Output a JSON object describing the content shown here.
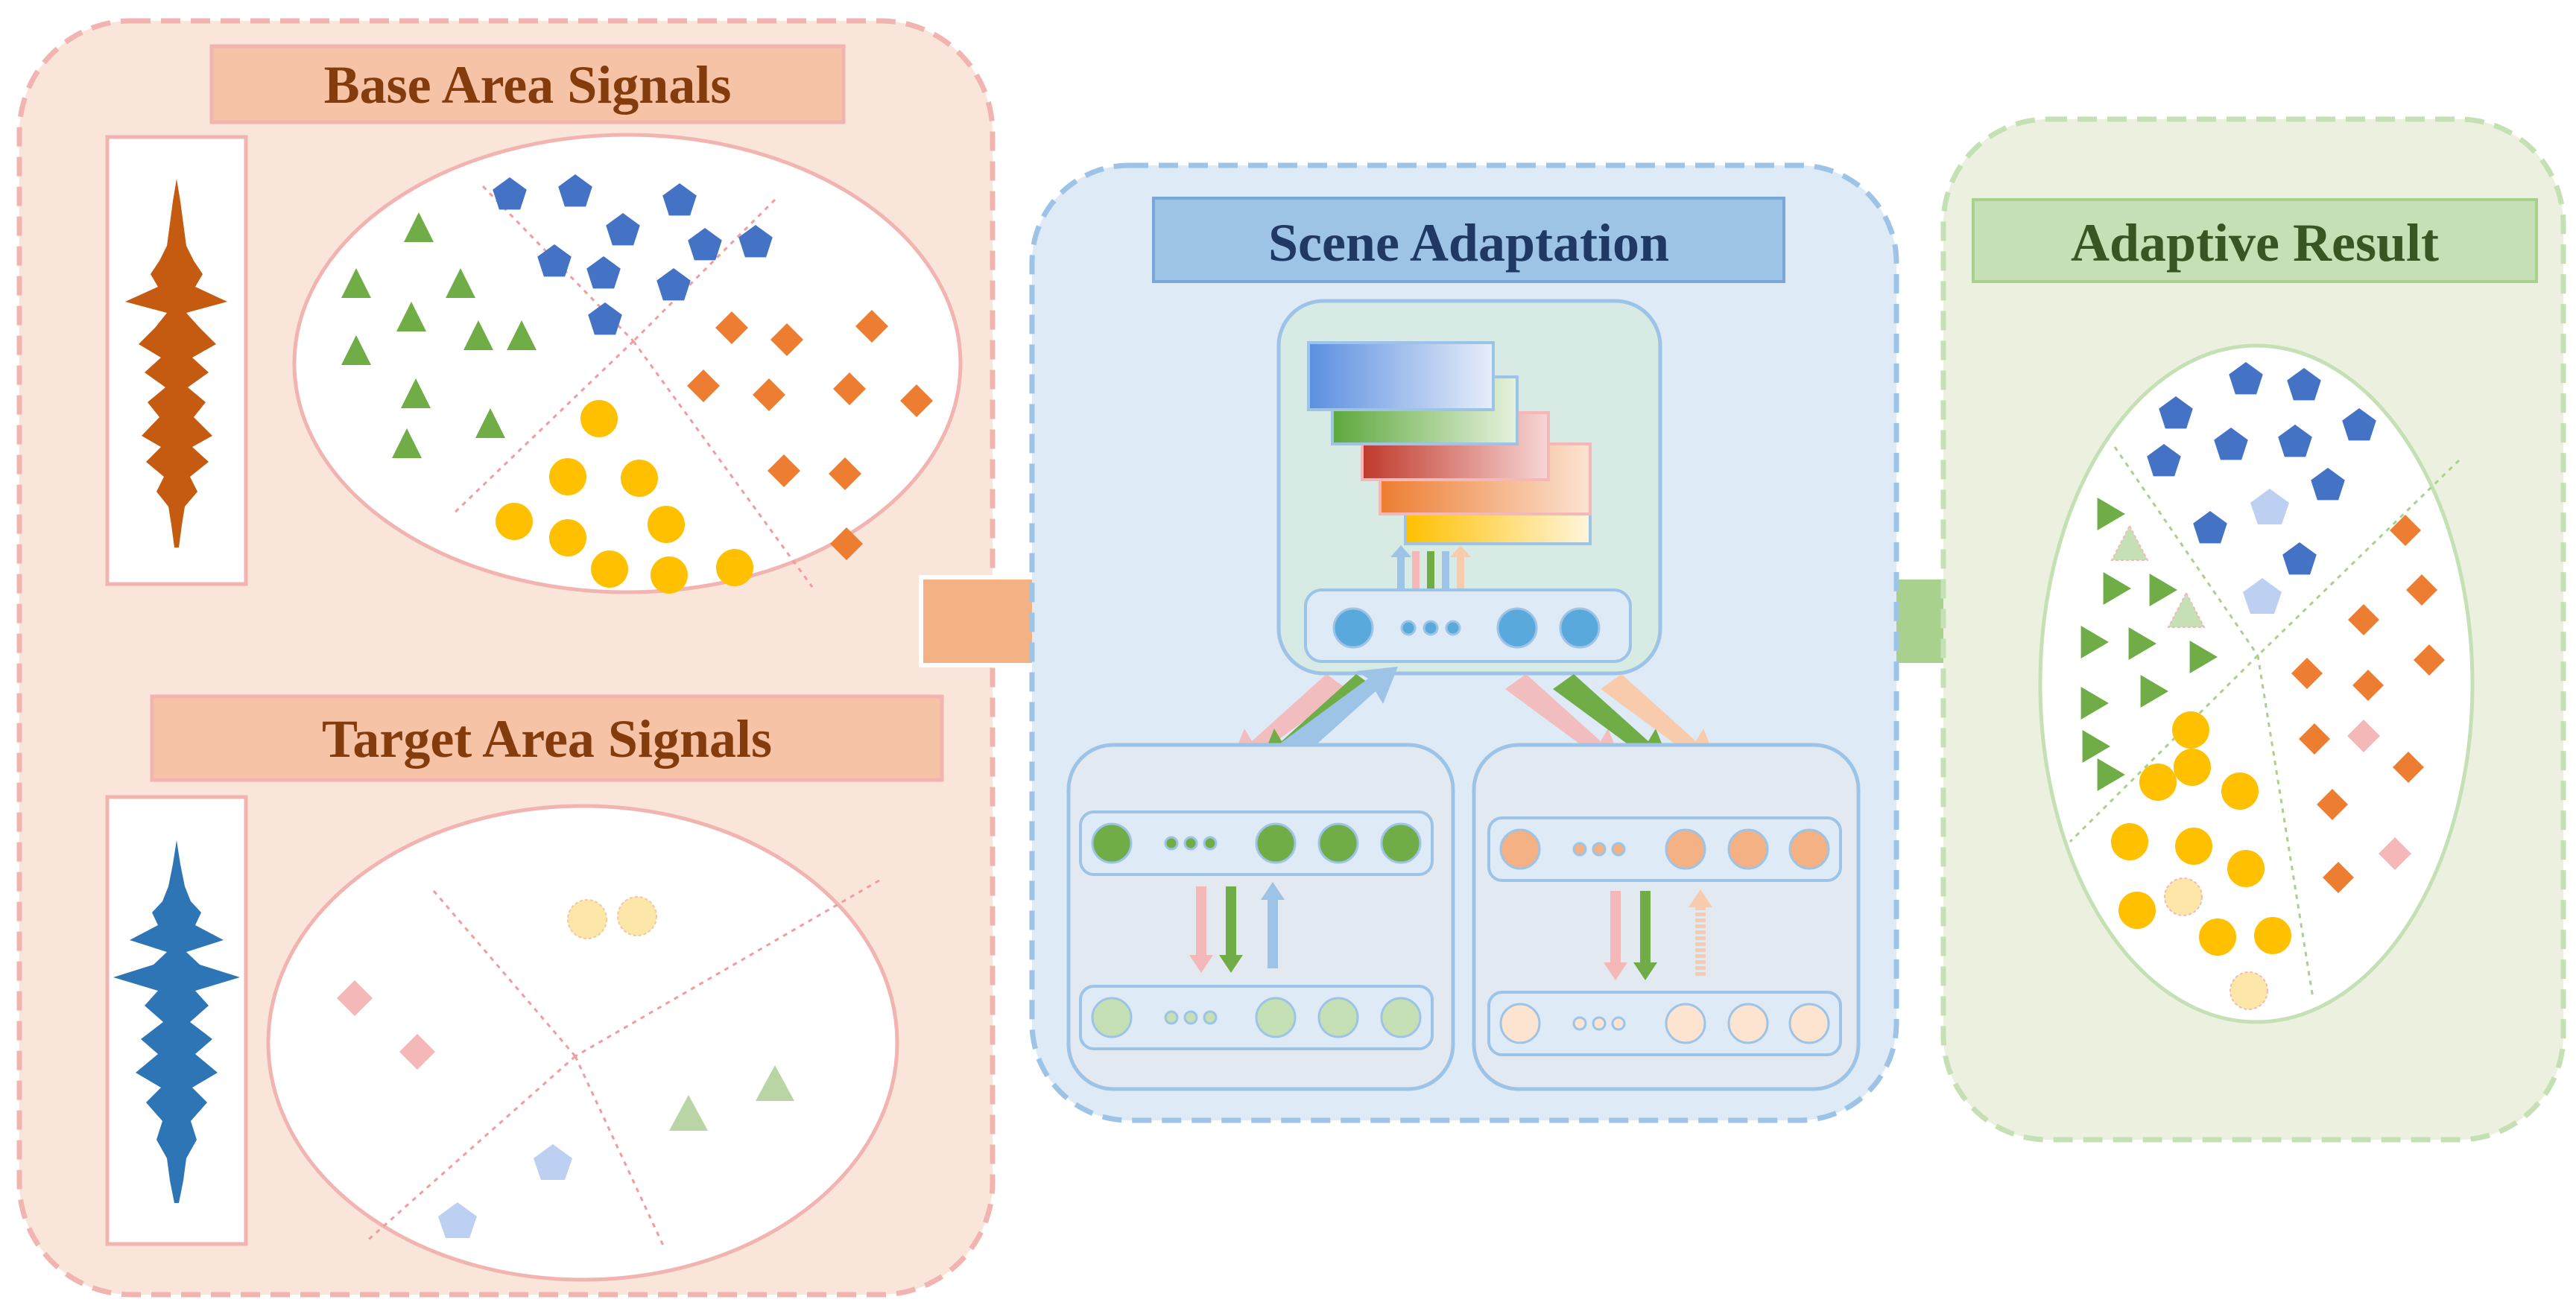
{
  "panels": {
    "base": {
      "title": "Base Area Signals"
    },
    "target": {
      "title": "Target Area Signals"
    },
    "scene": {
      "title": "Scene Adaptation"
    },
    "result": {
      "title": "Adaptive Result"
    }
  },
  "colors": {
    "left_panel_fill": "#fae5da",
    "left_panel_border": "#f2b4b0",
    "title_box_fill": "#f6c3a6",
    "title_box_border": "#f2b4b0",
    "title_text_brown": "#843c0c",
    "mid_panel_fill": "#deebf7",
    "mid_panel_border": "#9dc3e6",
    "scene_title_fill": "#9dc3e6",
    "scene_title_text": "#1f3864",
    "right_panel_fill": "#ebf1de",
    "right_panel_border": "#c5e0b4",
    "result_title_fill": "#c5e0b4",
    "result_title_text": "#375623",
    "triangle_green": "#70ad47",
    "pentagon_blue": "#4472c4",
    "diamond_orange": "#ed7d31",
    "circle_yellow": "#ffc000",
    "signal_orange": "#c55a11",
    "signal_blue": "#2e75b6",
    "arrow_orange": "#f4b183",
    "arrow_green": "#a9d18e"
  },
  "icons": [
    "triangle-icon",
    "pentagon-icon",
    "diamond-icon",
    "circle-icon",
    "waveform-icon",
    "arrow-icon"
  ]
}
